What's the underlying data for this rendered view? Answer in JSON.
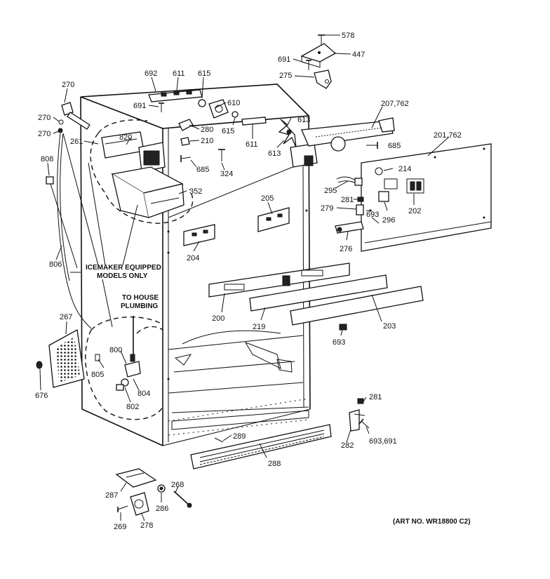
{
  "diagram": {
    "callouts": {
      "c578": "578",
      "c447": "447",
      "c691a": "691",
      "c275": "275",
      "c692": "692",
      "c611a": "611",
      "c615a": "615",
      "c691b": "691",
      "c610": "610",
      "c615b": "615",
      "c280": "280",
      "c611b": "611",
      "c613a": "613",
      "c613b": "613",
      "c207": "207,762",
      "c685a": "685",
      "c201": "201,762",
      "c270a": "270",
      "c270b": "270",
      "c270c": "270",
      "c261": "261",
      "c820": "820",
      "c210": "210",
      "c685b": "685",
      "c324": "324",
      "c808": "808",
      "c352": "352",
      "c214": "214",
      "c295": "295",
      "c281a": "281",
      "c279": "279",
      "c693a": "693",
      "c296": "296",
      "c202": "202",
      "c205": "205",
      "c204": "204",
      "c276": "276",
      "c806": "806",
      "c200": "200",
      "c219": "219",
      "c203": "203",
      "c693b": "693",
      "c267": "267",
      "c800": "800",
      "c805": "805",
      "c804": "804",
      "c802": "802",
      "c676": "676",
      "c281b": "281",
      "c289": "289",
      "c282": "282",
      "c693c": "693,691",
      "c288": "288",
      "c268": "268",
      "c287": "287",
      "c286": "286",
      "c269": "269",
      "c278": "278"
    },
    "note_icemaker_1": "ICEMAKER EQUIPPED",
    "note_icemaker_2": "MODELS ONLY",
    "note_house_1": "TO HOUSE",
    "note_house_2": "PLUMBING",
    "art_number": "(ART NO. WR18800 C2)"
  }
}
